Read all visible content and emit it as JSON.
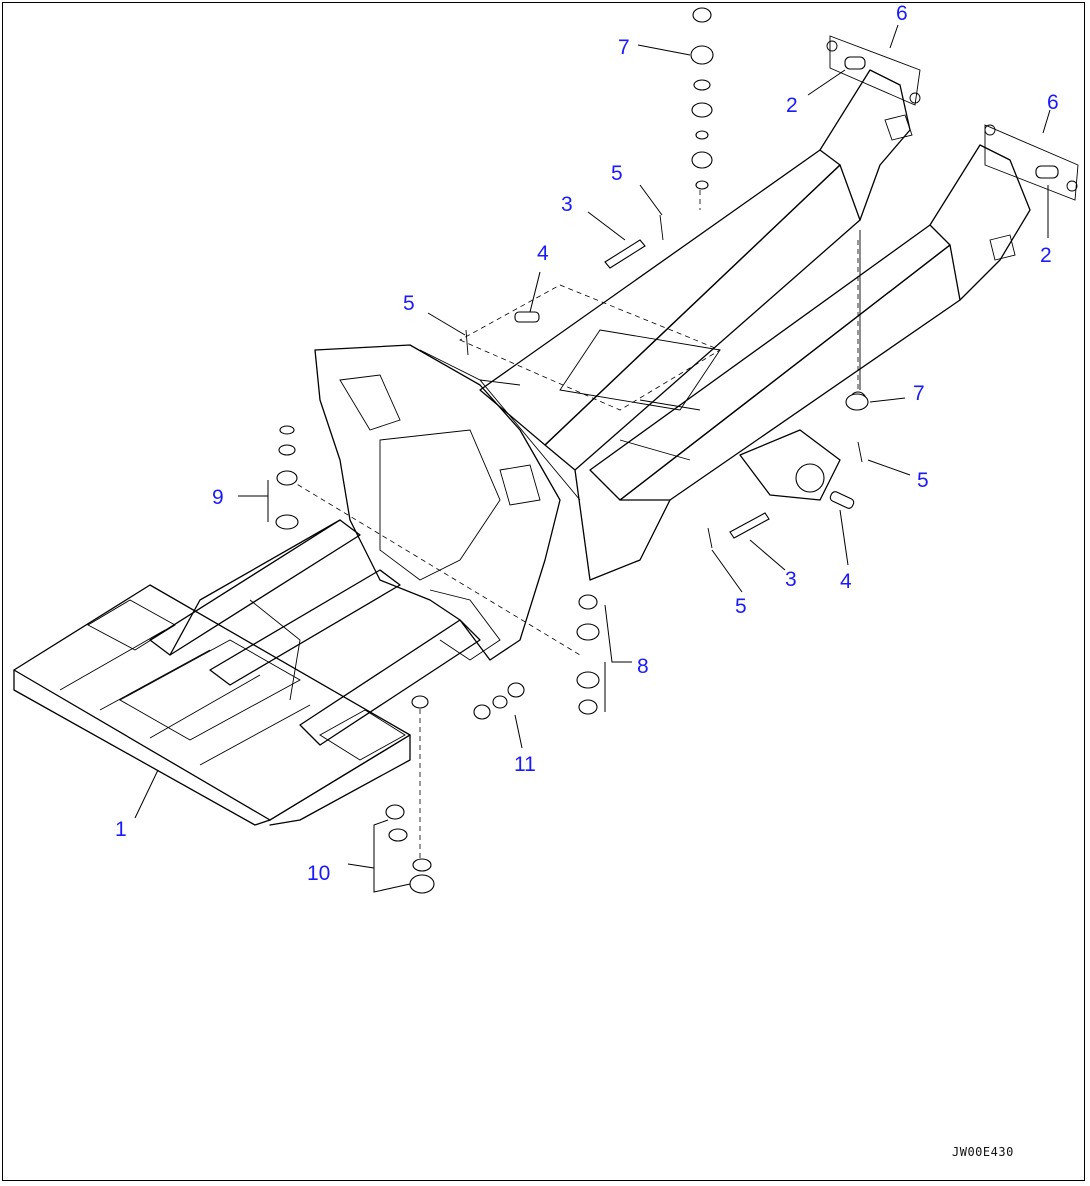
{
  "callouts": {
    "c1": "1",
    "c2a": "2",
    "c2b": "2",
    "c3a": "3",
    "c3b": "3",
    "c4a": "4",
    "c4b": "4",
    "c5a": "5",
    "c5b": "5",
    "c5c": "5",
    "c5d": "5",
    "c6a": "6",
    "c6b": "6",
    "c7a": "7",
    "c7b": "7",
    "c8": "8",
    "c9": "9",
    "c10": "10",
    "c11": "11"
  },
  "drawing_code": "JW00E430",
  "colors": {
    "callout": "#1a1aff",
    "line": "#000000",
    "background": "#ffffff"
  }
}
